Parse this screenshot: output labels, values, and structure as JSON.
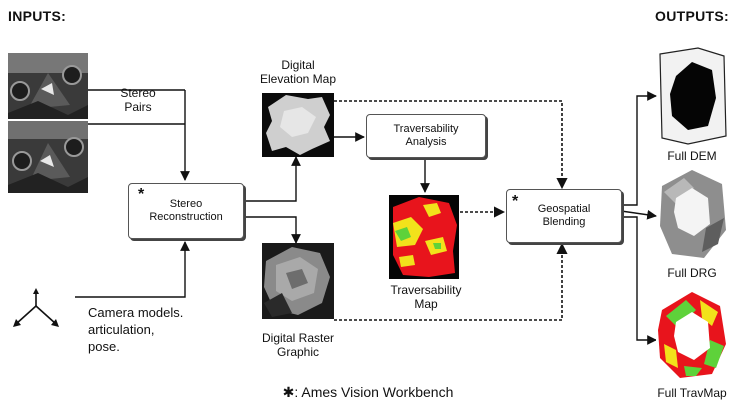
{
  "headers": {
    "inputs": "INPUTS:",
    "outputs": "OUTPUTS:"
  },
  "inputs": {
    "stereo_pairs": [
      "Stereo",
      "Pairs"
    ],
    "camera": [
      "Camera models.",
      "articulation,",
      "pose."
    ]
  },
  "boxes": {
    "stereo_reconstruction": {
      "star": "*",
      "lines": [
        "Stereo",
        "Reconstruction"
      ]
    },
    "traversability_analysis": {
      "lines": [
        "Traversability",
        "Analysis"
      ]
    },
    "geospatial_blending": {
      "star": "*",
      "lines": [
        "Geospatial",
        "Blending"
      ]
    }
  },
  "intermediate": {
    "dem": [
      "Digital",
      "Elevation Map"
    ],
    "drg": [
      "Digital Raster",
      "Graphic"
    ],
    "travmap": [
      "Traversability",
      "Map"
    ]
  },
  "outputs": {
    "full_dem": "Full DEM",
    "full_drg": "Full DRG",
    "full_travmap": "Full TravMap"
  },
  "footnote": "✱: Ames Vision Workbench",
  "colors": {
    "line": "#111111",
    "box_border": "#555555",
    "trav_red": "#e8141c",
    "trav_yellow": "#f2e21b",
    "trav_green": "#5ed23a"
  }
}
